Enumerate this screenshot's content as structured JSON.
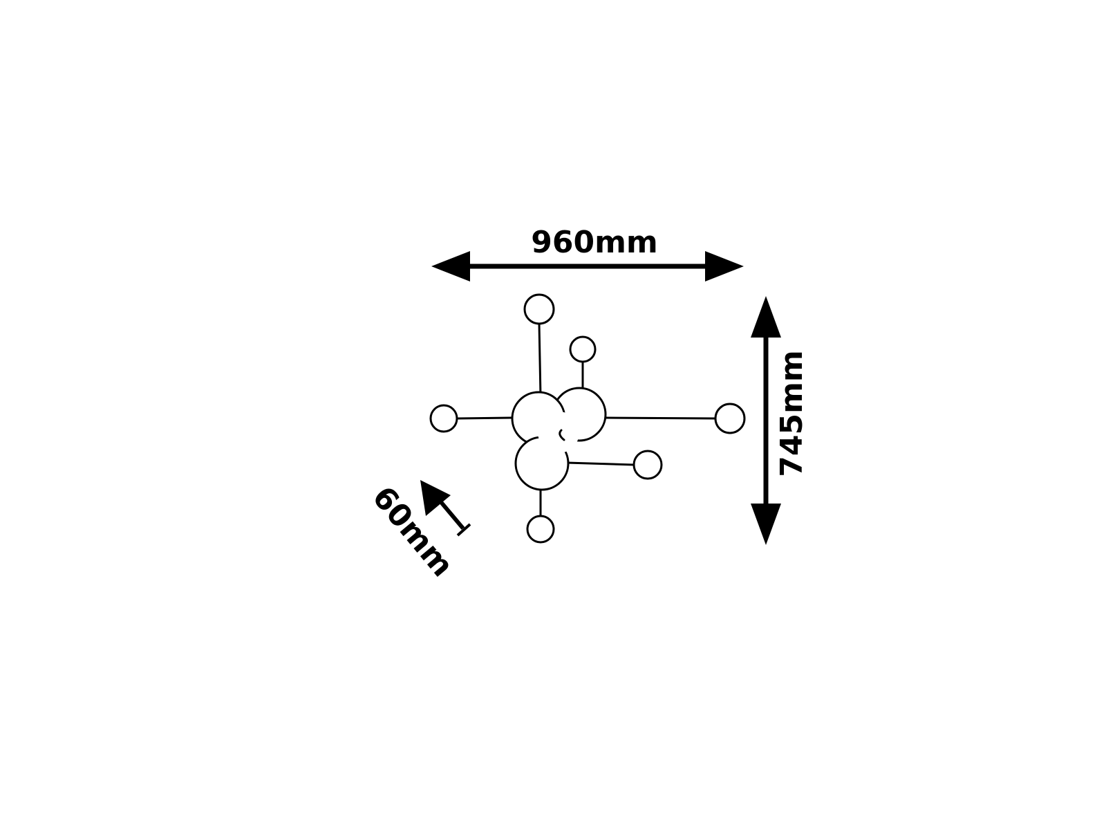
{
  "dimensions": {
    "width_label": "960mm",
    "height_label": "745mm",
    "depth_label": "60mm"
  },
  "colors": {
    "ink": "#000000",
    "background": "#ffffff"
  }
}
